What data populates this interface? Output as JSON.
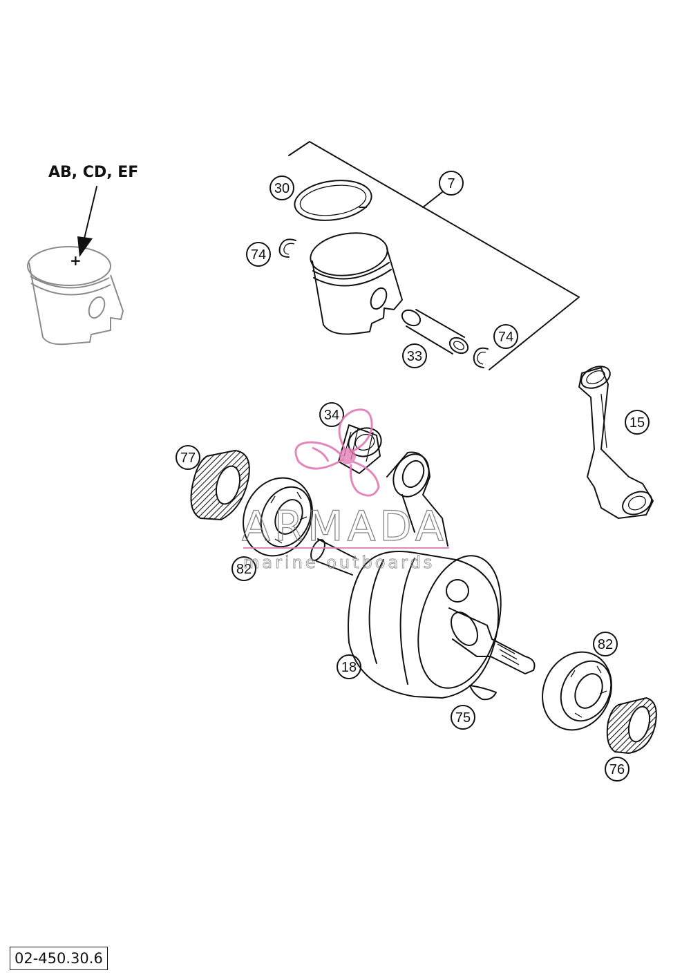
{
  "marker_note": "AB, CD, EF",
  "callouts": [
    {
      "id": "c7",
      "label": "7"
    },
    {
      "id": "c30",
      "label": "30"
    },
    {
      "id": "c74a",
      "label": "74"
    },
    {
      "id": "c74b",
      "label": "74"
    },
    {
      "id": "c33",
      "label": "33"
    },
    {
      "id": "c15",
      "label": "15"
    },
    {
      "id": "c34",
      "label": "34"
    },
    {
      "id": "c77",
      "label": "77"
    },
    {
      "id": "c82a",
      "label": "82"
    },
    {
      "id": "c18",
      "label": "18"
    },
    {
      "id": "c82b",
      "label": "82"
    },
    {
      "id": "c75",
      "label": "75"
    },
    {
      "id": "c76",
      "label": "76"
    }
  ],
  "watermark": {
    "name": "ARMADA",
    "tagline": "marine outboards"
  },
  "drawing_number": "02-450.30.6",
  "colors": {
    "line": "#111111",
    "watermark_logo": "#e07ab4",
    "watermark_text": "#777777"
  }
}
